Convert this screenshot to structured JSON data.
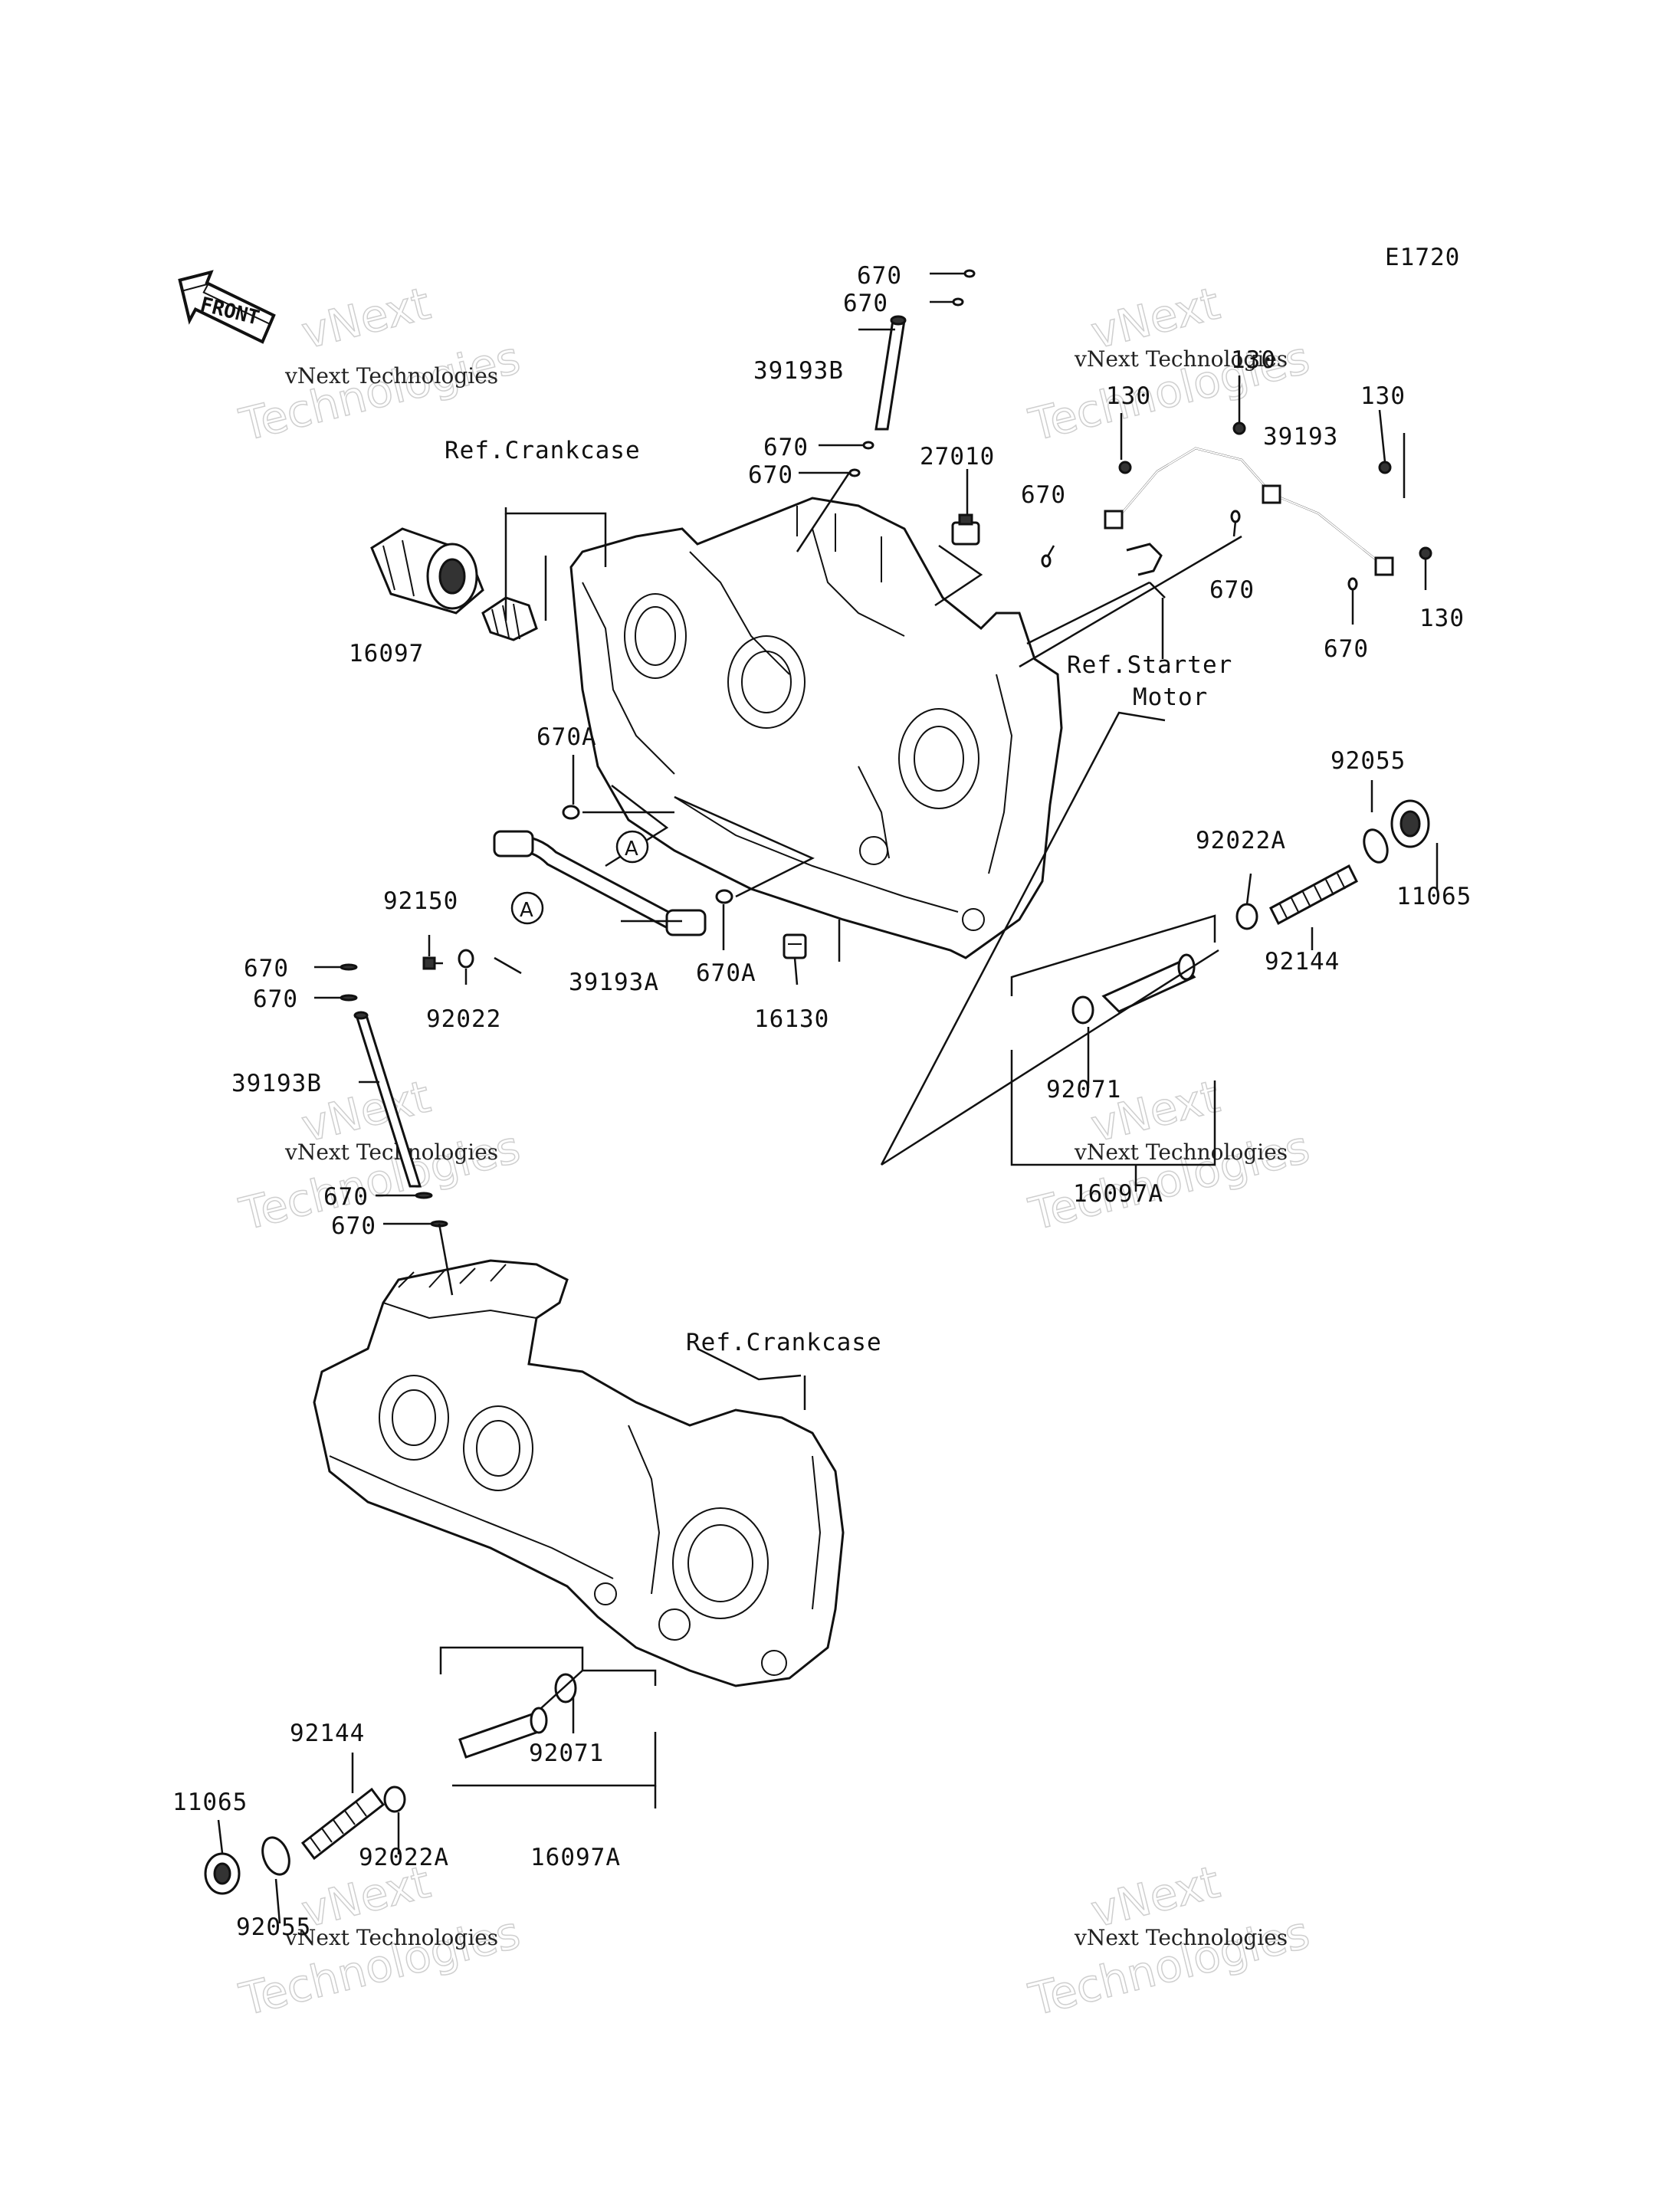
{
  "diagram_code": "E1720",
  "front_label": "FRONT",
  "watermark": {
    "brand": "vNext",
    "line1": "vNext Technologies",
    "line2": "Technologies"
  },
  "labels": {
    "l670_a": "670",
    "l670_b": "670",
    "l39193b_top": "39193B",
    "l670_c": "670",
    "l670_d": "670",
    "l27010": "27010",
    "l130_a": "130",
    "l130_b": "130",
    "l130_c": "130",
    "l39193": "39193",
    "l670_e": "670",
    "l670_f": "670",
    "l130_d": "130",
    "l670_g": "670",
    "ref_crankcase_top": "Ref.Crankcase",
    "l16097": "16097",
    "ref_starter": "Ref.Starter",
    "ref_starter_2": "Motor",
    "l670A_a": "670A",
    "l92055_top": "92055",
    "l92022A_top": "92022A",
    "l11065_top": "11065",
    "l92144_top": "92144",
    "l92150": "92150",
    "l92022": "92022",
    "l39193A": "39193A",
    "l670A_b": "670A",
    "l16130": "16130",
    "l670_h": "670",
    "l670_i": "670",
    "l39193B_left": "39193B",
    "l92071_top": "92071",
    "l16097A_top": "16097A",
    "l670_j": "670",
    "l670_k": "670",
    "ref_crankcase_bottom": "Ref.Crankcase",
    "l92144_bottom": "92144",
    "l92071_bottom": "92071",
    "l11065_bottom": "11065",
    "l92022A_bottom": "92022A",
    "l16097A_bottom": "16097A",
    "l92055_bottom": "92055",
    "marker_a1": "A",
    "marker_a2": "A"
  }
}
